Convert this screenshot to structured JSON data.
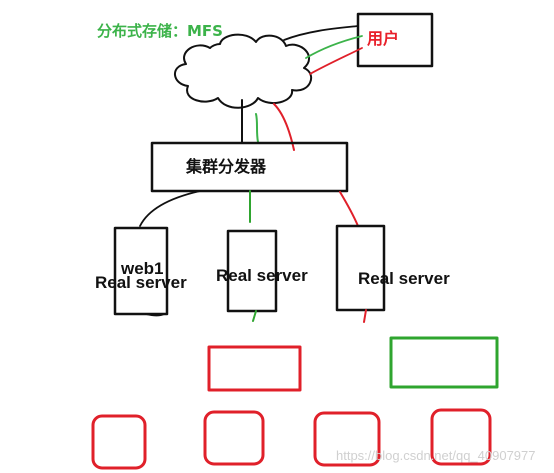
{
  "title": "分布式存储：MFS",
  "user_label": "用户",
  "dispatcher_label": "集群分发器",
  "servers": [
    {
      "name": "web1",
      "role": "Real server"
    },
    {
      "role": "Real server"
    },
    {
      "role": "Real server"
    }
  ],
  "watermark": "https://blog.csdn.net/qq_40907977",
  "colors": {
    "ink": "#111111",
    "title_green": "#3cb34a",
    "user_label_red": "#e8202a",
    "green_box": "#2fa52f",
    "red_box": "#e0202a",
    "path_green": "#3cb34a",
    "path_red": "#e0202a"
  }
}
